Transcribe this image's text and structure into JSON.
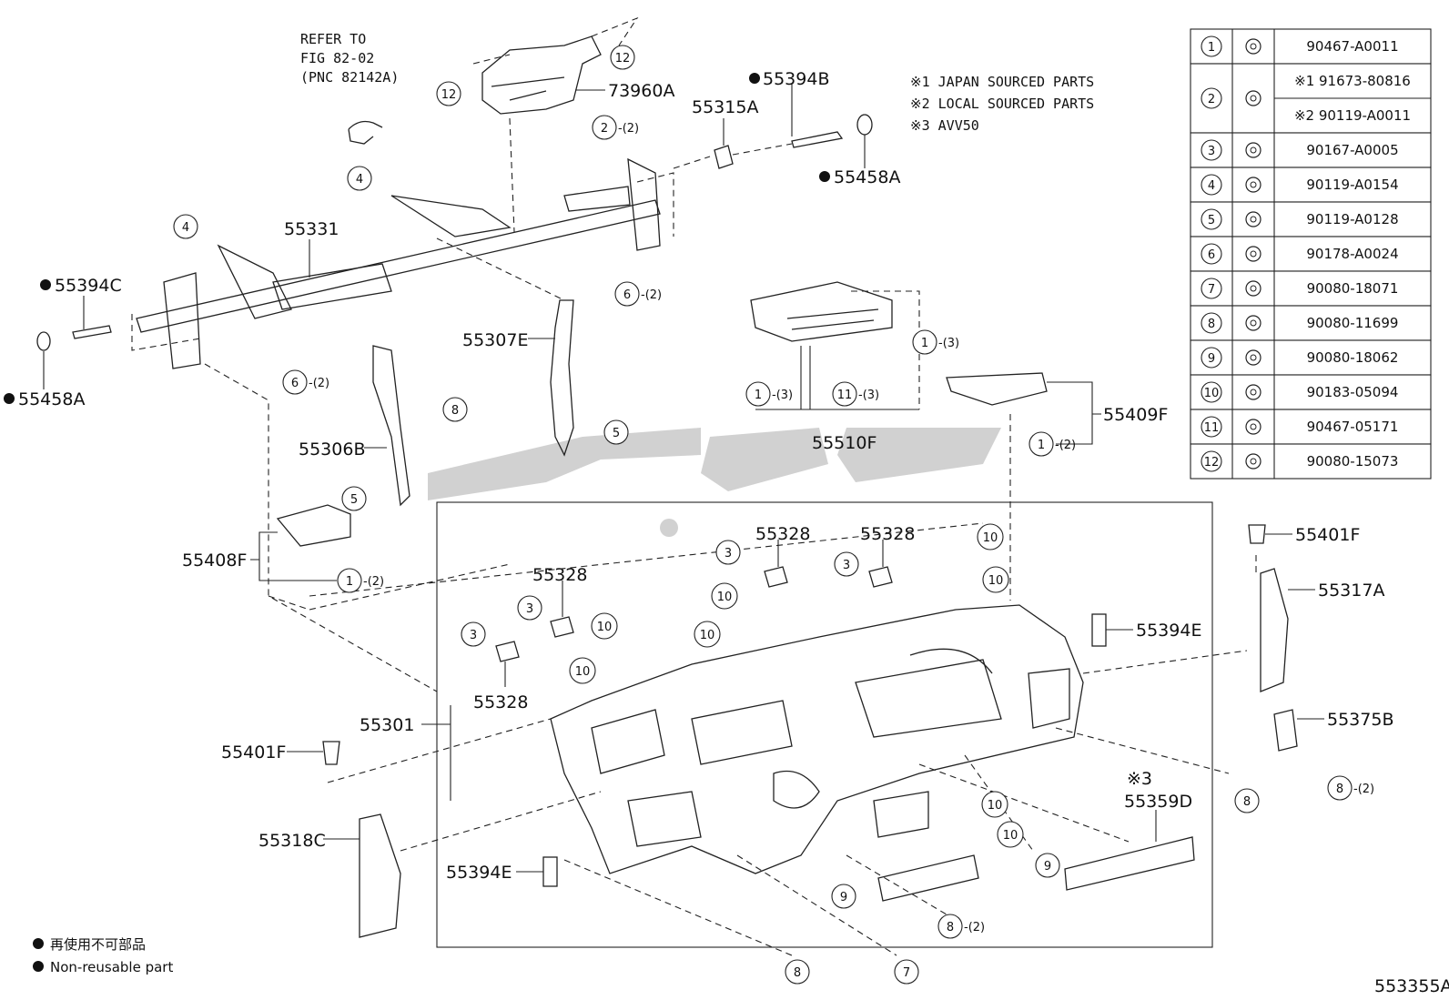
{
  "refer_note": [
    "REFER TO",
    "FIG 82-02",
    "(PNC 82142A)"
  ],
  "sourcing_notes": [
    "※1 JAPAN SOURCED PARTS",
    "※2 LOCAL SOURCED PARTS",
    "※3 AVV50"
  ],
  "legend": {
    "jp": "再使用不可部品",
    "en": "Non-reusable part"
  },
  "figure_code": "553355A",
  "fastener_table": [
    {
      "idx": "1",
      "part": "90467-A0011"
    },
    {
      "idx": "2",
      "part": "※1 91673-80816",
      "part2": "※2 90119-A0011"
    },
    {
      "idx": "3",
      "part": "90167-A0005"
    },
    {
      "idx": "4",
      "part": "90119-A0154"
    },
    {
      "idx": "5",
      "part": "90119-A0128"
    },
    {
      "idx": "6",
      "part": "90178-A0024"
    },
    {
      "idx": "7",
      "part": "90080-18071"
    },
    {
      "idx": "8",
      "part": "90080-11699"
    },
    {
      "idx": "9",
      "part": "90080-18062"
    },
    {
      "idx": "10",
      "part": "90183-05094"
    },
    {
      "idx": "11",
      "part": "90467-05171"
    },
    {
      "idx": "12",
      "part": "90080-15073"
    }
  ],
  "part_labels": {
    "p73960A": "73960A",
    "p55394B": "55394B",
    "p55315A": "55315A",
    "p55458A_top": "55458A",
    "p55331": "55331",
    "p55394C": "55394C",
    "p55458A_left": "55458A",
    "p55307E": "55307E",
    "p55306B": "55306B",
    "p55510F": "55510F",
    "p55409F": "55409F",
    "p55408F": "55408F",
    "p55328_a": "55328",
    "p55328_b": "55328",
    "p55328_c": "55328",
    "p55328_d": "55328",
    "p55401F_right": "55401F",
    "p55317A": "55317A",
    "p55394E_right": "55394E",
    "p55301": "55301",
    "p55401F_left": "55401F",
    "p55375B": "55375B",
    "p55359D_note": "※3",
    "p55359D": "55359D",
    "p55318C": "55318C",
    "p55394E_left": "55394E"
  },
  "callouts": {
    "c12a": "12",
    "c12b": "12",
    "c2_2": "2",
    "c2_2q": "-(2)",
    "c4a": "4",
    "c4b": "4",
    "c6a": "6",
    "c6aq": "-(2)",
    "c6b": "6",
    "c6bq": "-(2)",
    "c8a": "8",
    "c5a": "5",
    "c5b": "5",
    "c1_3a": "1",
    "c1_3aq": "-(3)",
    "c1_3b": "1",
    "c1_3bq": "-(3)",
    "c11": "11",
    "c11q": "-(3)",
    "c1_2a": "1",
    "c1_2aq": "-(2)",
    "c1_2b": "1",
    "c1_2bq": "-(2)",
    "c3a": "3",
    "c3b": "3",
    "c3c": "3",
    "c3d": "3",
    "c10a": "10",
    "c10b": "10",
    "c10c": "10",
    "c10d": "10",
    "c10e": "10",
    "c10f": "10",
    "c10g": "10",
    "c10h": "10",
    "c8b": "8",
    "c8c": "8",
    "c8cq": "-(2)",
    "c8d": "8",
    "c8e": "8",
    "c8eq": "-(2)",
    "c9a": "9",
    "c9b": "9",
    "c7": "7"
  }
}
